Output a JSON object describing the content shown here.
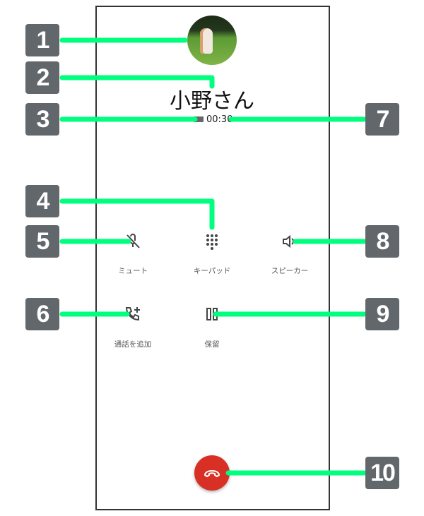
{
  "call": {
    "contact_name": "小野さん",
    "duration": "00:30",
    "hd_badge": "HD"
  },
  "controls": {
    "mute": "ミュート",
    "keypad": "キーパッド",
    "speaker": "スピーカー",
    "add_call": "通話を追加",
    "hold": "保留"
  },
  "callouts": [
    "1",
    "2",
    "3",
    "4",
    "5",
    "6",
    "7",
    "8",
    "9",
    "10"
  ],
  "colors": {
    "callout_line": "#00ff7f",
    "badge": "#61676b",
    "end_call": "#d93025"
  }
}
